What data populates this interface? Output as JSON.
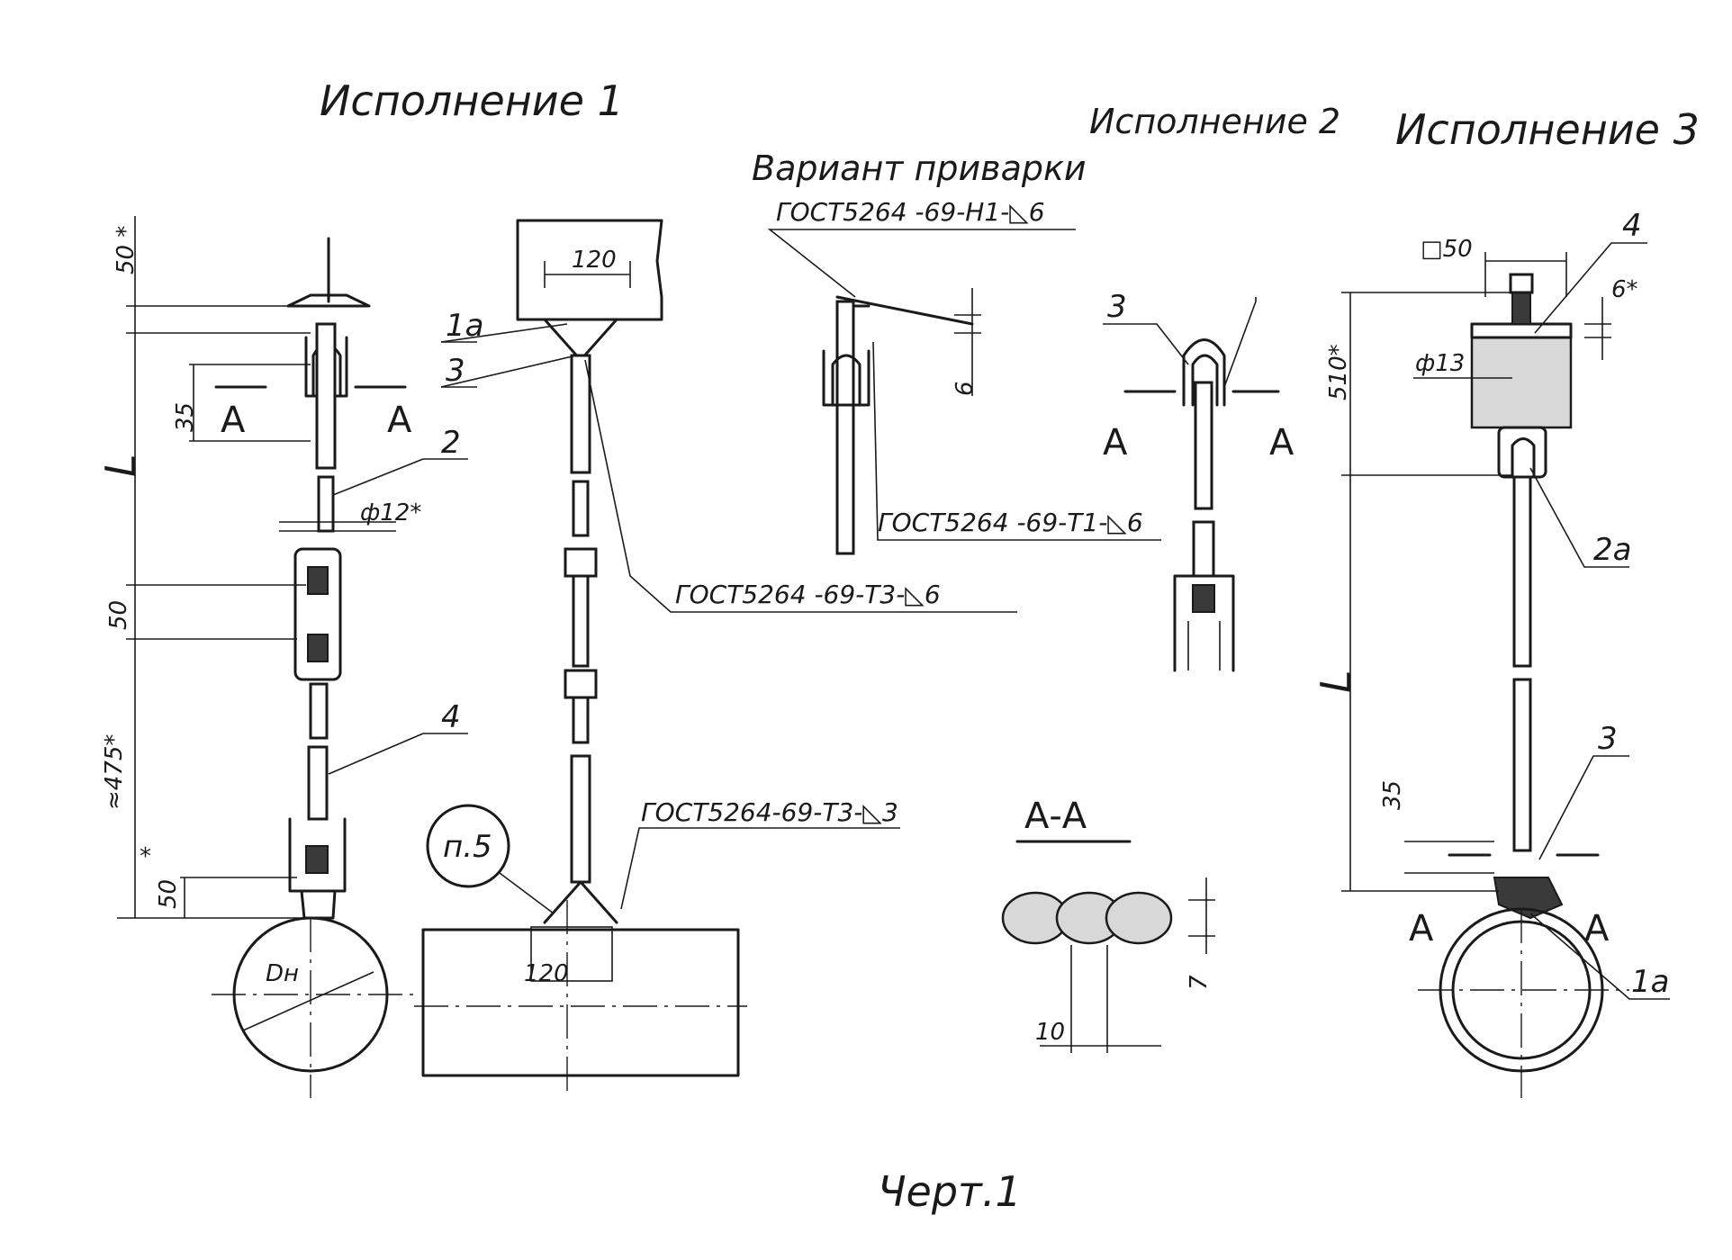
{
  "titles": {
    "variant1": "Исполнение 1",
    "variant2": "Исполнение 2",
    "variant3": "Исполнение 3",
    "weld_option": "Вариант приварки",
    "sheet": "Черт.1"
  },
  "weld_specs": {
    "h1": "ГОСТ5264 -69-Н1-◺6",
    "t1": "ГОСТ5264 -69-Т1-◺6",
    "t3": "ГОСТ5264 -69-Т3-◺6",
    "t3_small": "ГОСТ5264-69-Т3-◺3"
  },
  "dimensions": {
    "d50_star": "50 *",
    "d35": "35",
    "L": "L",
    "d50": "50",
    "approx_475": "≈475*",
    "d50_star_low": "50",
    "star": "*",
    "phi12": "ф12*",
    "d120_top": "120",
    "d120_bottom": "120",
    "d6": "6",
    "square50": "□50",
    "d6_star": "6*",
    "phi13": "ф13",
    "d510_star": "510*",
    "L3": "L",
    "d35_v3": "35",
    "d7": "7",
    "d10": "10",
    "Dn": "Dн",
    "n5": "п.5"
  },
  "positions": {
    "p1a": "1а",
    "p3": "3",
    "p2": "2",
    "p4": "4",
    "p3_v2": "3",
    "p4_v3": "4",
    "p2a": "2а",
    "p3_v3": "3",
    "p1a_v3": "1а"
  },
  "sections": {
    "A_left": "А",
    "A_right": "А",
    "A2_left": "А",
    "A2_right": "А",
    "A3_left": "А",
    "A3_right": "А",
    "section_AA": "А-А"
  }
}
